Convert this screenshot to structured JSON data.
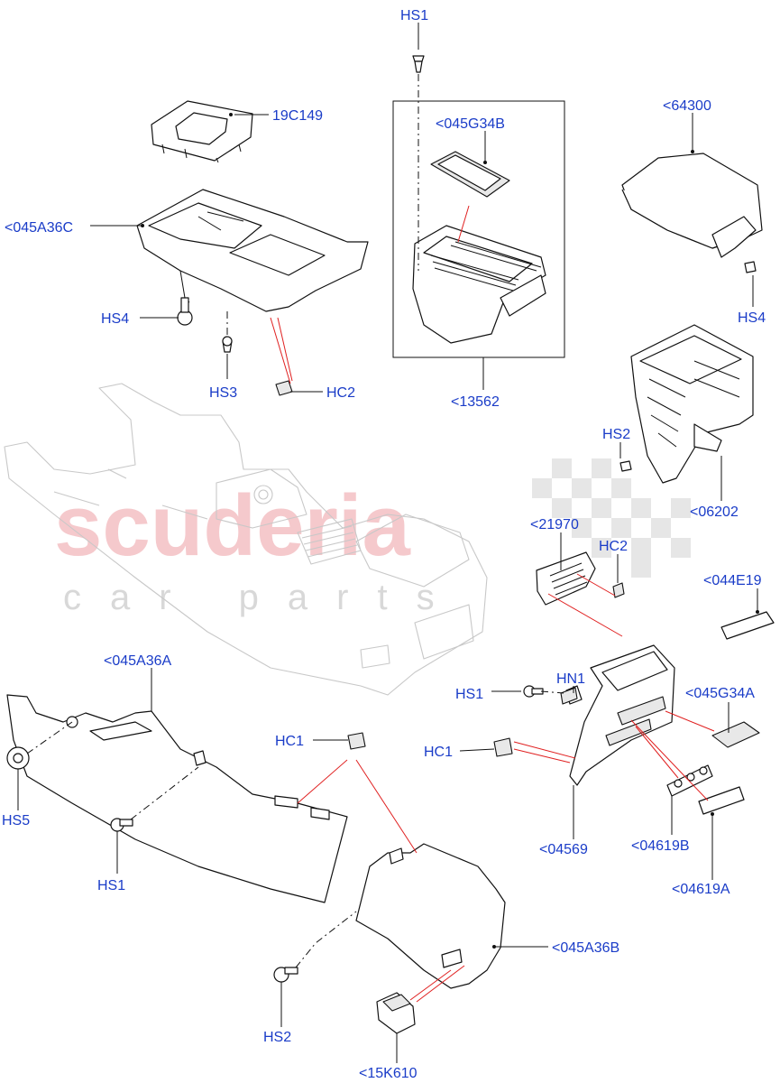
{
  "watermark": {
    "main": "scuderia",
    "sub": "car parts"
  },
  "callouts": {
    "hs1_top": "HS1",
    "p19C149": "19C149",
    "p045G34B": "<045G34B",
    "p64300": "<64300",
    "p045A36C": "<045A36C",
    "hs4_left": "HS4",
    "hs4_right": "HS4",
    "hs3": "HS3",
    "hc2_left": "HC2",
    "p13562": "<13562",
    "hs2_right": "HS2",
    "p06202": "<06202",
    "p21970": "<21970",
    "hc2_right": "HC2",
    "p044E19": "<044E19",
    "hn1": "HN1",
    "hs1_mid": "HS1",
    "p045G34A": "<045G34A",
    "p045A36A": "<045A36A",
    "hc1_left": "HC1",
    "hc1_right": "HC1",
    "hs5": "HS5",
    "hs1_bottom": "HS1",
    "p04569": "<04569",
    "p04619B": "<04619B",
    "p04619A": "<04619A",
    "p045A36B": "<045A36B",
    "hs2_bottom": "HS2",
    "p15K610": "<15K610"
  }
}
